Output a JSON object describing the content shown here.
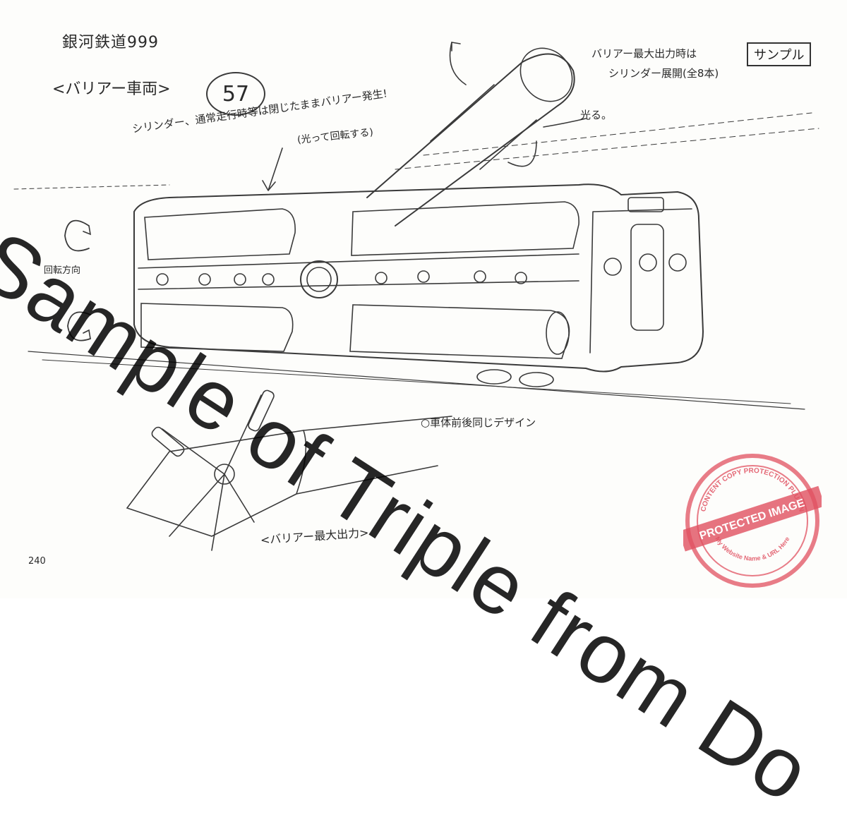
{
  "sheet": {
    "title": "銀河鉄道999",
    "subtitle": "<バリアー車両>",
    "code": "57",
    "sample_label": "サンプル",
    "note_max_output": "バリアー最大出力時は",
    "note_max_output_2": "シリンダー展開(全8本)",
    "note_cylinder": "シリンダー、通常走行時等は閉じたままバリアー発生!",
    "note_cylinder_2": "(光って回転する)",
    "note_glow": "光る。",
    "note_rotation": "回転方向",
    "note_design": "○車体前後同じデザイン",
    "note_max_label": "<バリアー最大出力>",
    "page_number": "240"
  },
  "watermark": {
    "text": "Sample of Triple from Do"
  },
  "stamp": {
    "ring_text_top": "CONTENT COPY PROTECTION PLUGIN",
    "center_text": "PROTECTED IMAGE",
    "ring_text_bottom": "My Website Name & URL Here",
    "color": "#e05060"
  }
}
